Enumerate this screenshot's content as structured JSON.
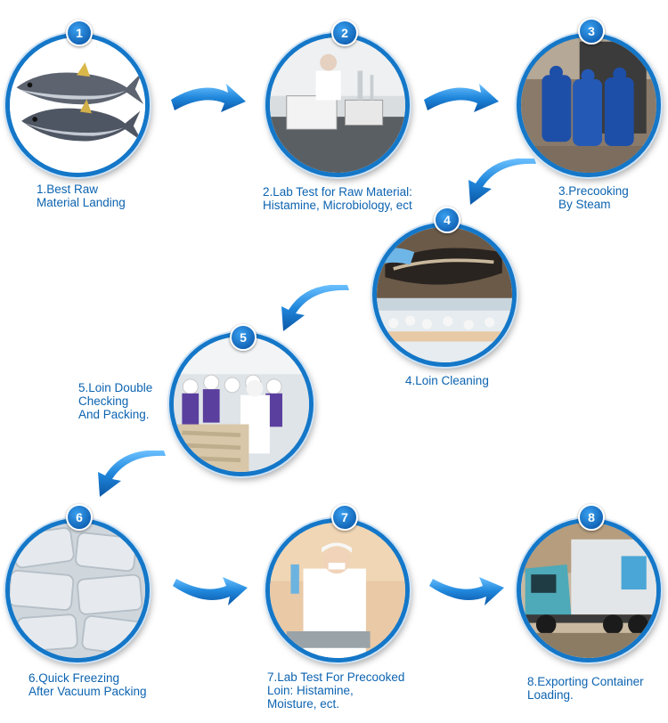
{
  "steps": [
    {
      "num": "1",
      "caption_lines": [
        "1.Best Raw",
        "Material Landing"
      ]
    },
    {
      "num": "2",
      "caption_lines": [
        "2.Lab Test for Raw Material:",
        "Histamine, Microbiology, ect"
      ]
    },
    {
      "num": "3",
      "caption_lines": [
        "3.Precooking",
        "By Steam"
      ]
    },
    {
      "num": "4",
      "caption_lines": [
        "4.Loin Cleaning"
      ]
    },
    {
      "num": "5",
      "caption_lines": [
        "5.Loin Double",
        "Checking",
        "And Packing."
      ]
    },
    {
      "num": "6",
      "caption_lines": [
        "6.Quick Freezing",
        "After Vacuum Packing"
      ]
    },
    {
      "num": "7",
      "caption_lines": [
        "7.Lab Test For Precooked",
        "Loin: Histamine,",
        "Moisture, ect."
      ]
    },
    {
      "num": "8",
      "caption_lines": [
        "8.Exporting Container",
        "Loading."
      ]
    }
  ],
  "colors": {
    "accent": "#1477c8",
    "caption": "#0c63b0",
    "arrow": "#1a7fd6"
  }
}
